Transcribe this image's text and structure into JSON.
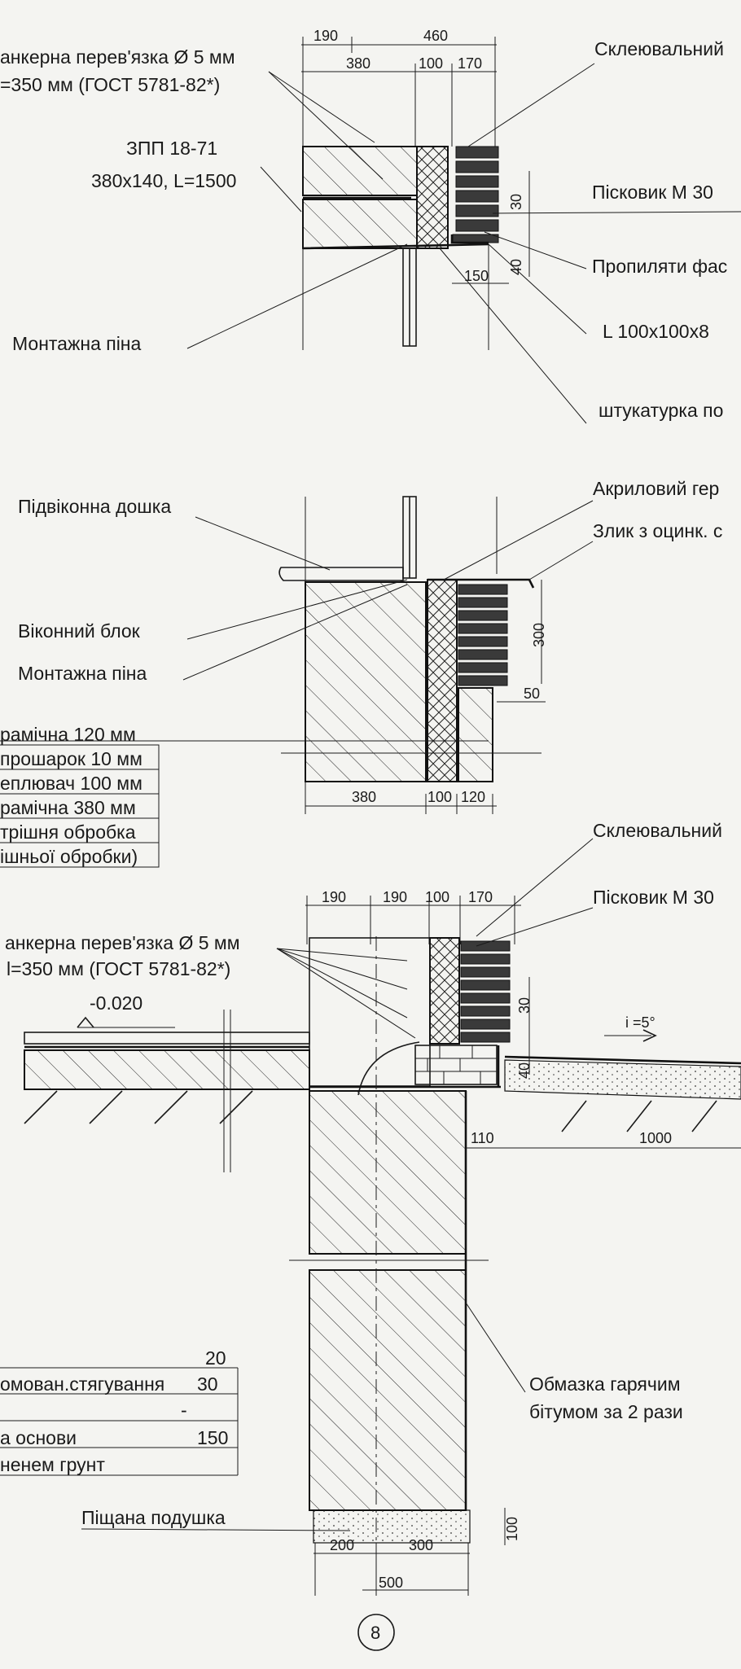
{
  "top": {
    "dims": {
      "d190": "190",
      "d460": "460",
      "d380": "380",
      "d100": "100",
      "d170": "170",
      "d30": "30",
      "d40": "40",
      "d150": "150"
    },
    "labels": {
      "anchor1": "анкерна перев'язка Ø 5 мм",
      "anchor2": "=350 мм  (ГОСТ 5781-82*)",
      "lintel1": "ЗПП 18-71",
      "lintel2": "380х140, L=1500",
      "foam": "Монтажна піна",
      "glue": "Склеювальний",
      "sand": "Пісковик М 30",
      "propil": "Пропиляти фас",
      "angle": "L 100х100х8",
      "plaster": "штукатурка по"
    }
  },
  "mid": {
    "dims": {
      "d300": "300",
      "d50": "50",
      "d380": "380",
      "d100": "100",
      "d120": "120"
    },
    "labels": {
      "sill": "Підвіконна дошка",
      "window": "Віконний блок",
      "foam": "Монтажна піна",
      "acryl": "Акриловий гер",
      "drip": "Злик з оцинк. с"
    },
    "table": [
      "рамічна 120 мм",
      "прошарок 10 мм",
      "еплювач 100 мм",
      "рамічна 380 мм",
      "трішня обробка",
      "ішньої обробки)"
    ]
  },
  "bot": {
    "dims": {
      "d190a": "190",
      "d190b": "190",
      "d100": "100",
      "d170": "170",
      "d30": "30",
      "d40": "40",
      "d110": "110",
      "d1000": "1000",
      "d100v": "100",
      "d200": "200",
      "d300": "300",
      "d500": "500"
    },
    "labels": {
      "glue": "Склеювальний",
      "sand": "Пісковик М 30",
      "anchor1": "анкерна перев'язка Ø 5 мм",
      "anchor2": "l=350 мм  (ГОСТ 5781-82*)",
      "level": "-0.020",
      "slope": "i =5°",
      "bitumen1": "Обмазка гарячим",
      "bitumen2": "бітумом за 2 рази",
      "cushion": "Піщана подушка"
    },
    "table": [
      {
        "text": "",
        "value": "20"
      },
      {
        "text": "омован.стягування",
        "value": "30"
      },
      {
        "text": "",
        "value": "-"
      },
      {
        "text": "а основи",
        "value": "150"
      },
      {
        "text": "ненем грунт",
        "value": ""
      }
    ]
  },
  "page_number": "8"
}
